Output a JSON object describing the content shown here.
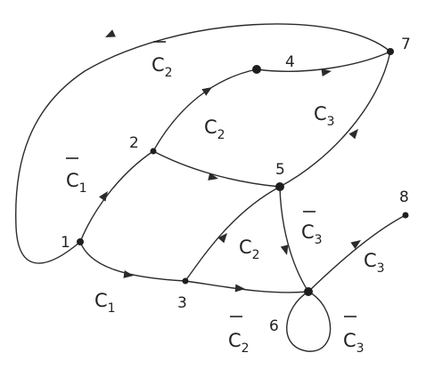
{
  "nodes": [
    {
      "id": "1",
      "label": "1"
    },
    {
      "id": "2",
      "label": "2"
    },
    {
      "id": "3",
      "label": "3"
    },
    {
      "id": "4",
      "label": "4"
    },
    {
      "id": "5",
      "label": "5"
    },
    {
      "id": "6",
      "label": "6"
    },
    {
      "id": "7",
      "label": "7"
    },
    {
      "id": "8",
      "label": "8"
    }
  ],
  "edges": [
    {
      "from": "1",
      "to": "2"
    },
    {
      "from": "1",
      "to": "3"
    },
    {
      "from": "2",
      "to": "4"
    },
    {
      "from": "2",
      "to": "5"
    },
    {
      "from": "3",
      "to": "5"
    },
    {
      "from": "3",
      "to": "6"
    },
    {
      "from": "4",
      "to": "7"
    },
    {
      "from": "5",
      "to": "7"
    },
    {
      "from": "5",
      "to": "6"
    },
    {
      "from": "6",
      "to": "8"
    },
    {
      "from": "6",
      "to": "6"
    },
    {
      "from": "7",
      "to": "1"
    }
  ],
  "edge_labels": [
    {
      "base": "C",
      "sub": "2",
      "bar": true
    },
    {
      "base": "C",
      "sub": "1",
      "bar": true
    },
    {
      "base": "C",
      "sub": "2",
      "bar": false
    },
    {
      "base": "C",
      "sub": "3",
      "bar": false
    },
    {
      "base": "C",
      "sub": "2",
      "bar": false
    },
    {
      "base": "C",
      "sub": "3",
      "bar": true
    },
    {
      "base": "C",
      "sub": "3",
      "bar": false
    },
    {
      "base": "C",
      "sub": "1",
      "bar": false
    },
    {
      "base": "C",
      "sub": "2",
      "bar": true
    },
    {
      "base": "C",
      "sub": "3",
      "bar": true
    }
  ]
}
